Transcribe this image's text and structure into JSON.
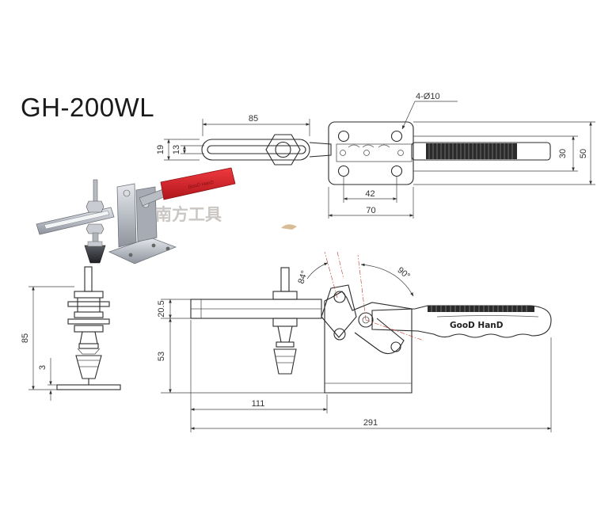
{
  "title": "GH-200WL",
  "watermark": "南方工具",
  "brand_label": "GooD HanD",
  "colors": {
    "handle": "#d8232a",
    "body": "#c9ccd2",
    "line": "#2a2a2a",
    "center_line": "#c0392b"
  },
  "dimensions": {
    "top_view": {
      "bar_length": "85",
      "height_19": "19",
      "height_13": "13",
      "hole_spec": "4-Ø10",
      "hole_spacing": "42",
      "base_width": "70",
      "base_height_30": "30",
      "base_height_50": "50"
    },
    "side_view": {
      "total_height": "85",
      "bottom_offset": "3"
    },
    "front_view": {
      "top_offset": "20.5",
      "bottom_height": "53",
      "reach": "111",
      "overall_length": "291",
      "angle_84": "84°",
      "angle_90": "90°"
    }
  }
}
